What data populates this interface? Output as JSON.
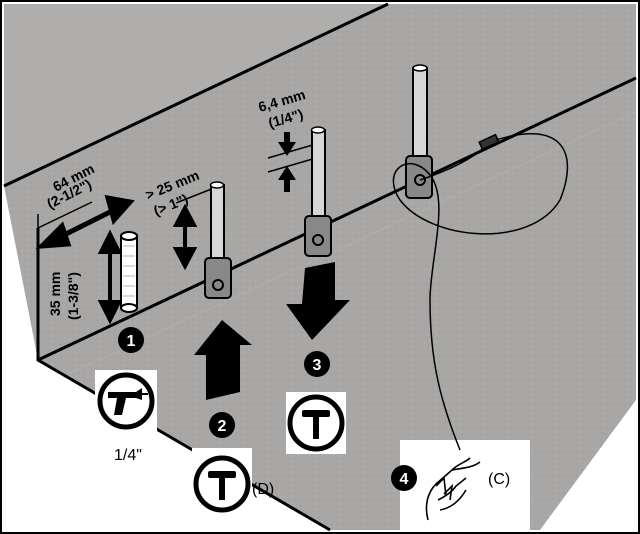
{
  "colors": {
    "surface": "#a9a7a5",
    "surface_dark": "#8f8d8b",
    "ink": "#000000",
    "paper": "#ffffff"
  },
  "dimensions": {
    "width_mm": "64 mm",
    "width_in": "(2-1/2\")",
    "depth_mm": "35 mm",
    "depth_in": "(1-3/8\")",
    "protrude_mm": "> 25 mm",
    "protrude_in": "(> 1\")",
    "gap_mm": "6,4 mm",
    "gap_in": "(1/4\")"
  },
  "steps": [
    {
      "number": "1",
      "icon": "drill-icon",
      "caption": "1/4\""
    },
    {
      "number": "2",
      "icon": "hammer-icon",
      "caption": "(D)"
    },
    {
      "number": "3",
      "icon": "hammer-icon",
      "caption": ""
    },
    {
      "number": "4",
      "icon": "hand-icon",
      "caption": "(C)"
    }
  ]
}
